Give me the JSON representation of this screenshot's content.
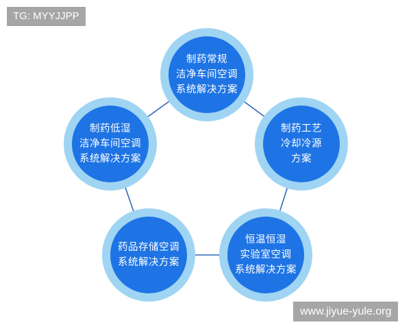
{
  "watermarks": {
    "top_left": "TG: MYYJJPP",
    "bottom_right": "www.jiyue-yule.org"
  },
  "colors": {
    "ring": "#9fd4f3",
    "fill": "#1e74e4",
    "connector": "#2f68b8",
    "watermark_bg": "#a6a6a6"
  },
  "diagram": {
    "type": "cycle",
    "nodes": [
      {
        "id": "top",
        "lines": [
          "制药常规",
          "洁净车间空调",
          "系统解决方案"
        ]
      },
      {
        "id": "right",
        "lines": [
          "制药工艺",
          "冷却冷源",
          "方案"
        ]
      },
      {
        "id": "bottom-right",
        "lines": [
          "恒温恒湿",
          "实验室空调",
          "系统解决方案"
        ]
      },
      {
        "id": "bottom-left",
        "lines": [
          "药品存储空调",
          "系统解决方案"
        ]
      },
      {
        "id": "left",
        "lines": [
          "制药低湿",
          "洁净车间空调",
          "系统解决方案"
        ]
      }
    ],
    "edges": [
      [
        "top",
        "right"
      ],
      [
        "right",
        "bottom-right"
      ],
      [
        "bottom-right",
        "bottom-left"
      ],
      [
        "bottom-left",
        "left"
      ],
      [
        "left",
        "top"
      ]
    ]
  }
}
